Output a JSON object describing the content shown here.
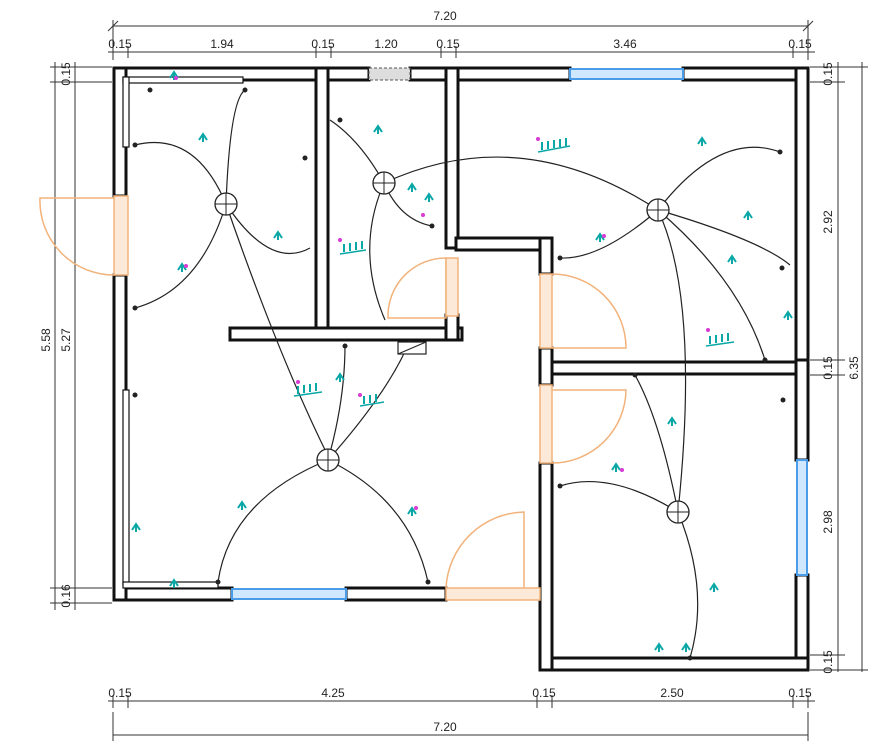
{
  "dimensions": {
    "top_total": "7.20",
    "top_segments": [
      "0.15",
      "1.94",
      "0.15",
      "1.20",
      "0.15",
      "3.46",
      "0.15"
    ],
    "bottom_segments": [
      "0.15",
      "4.25",
      "0.15",
      "2.50",
      "0.15"
    ],
    "bottom_total": "7.20",
    "left_outer": "5.58",
    "left_inner": "5.27",
    "left_top": "0.15",
    "left_bottom": "0.16",
    "right_total": "6.35",
    "right_segments": [
      "0.15",
      "2.92",
      "0.15",
      "2.98",
      "0.15"
    ]
  },
  "colors": {
    "wall": "#111111",
    "door": "#f2b27a",
    "window": "#4a9be8",
    "switch": "#0aa7a7",
    "marker": "#d63bd6"
  },
  "icons": {
    "light_fixture": "circle-with-cross",
    "switch": "tee-symbol",
    "outlet": "hatched-socket"
  }
}
